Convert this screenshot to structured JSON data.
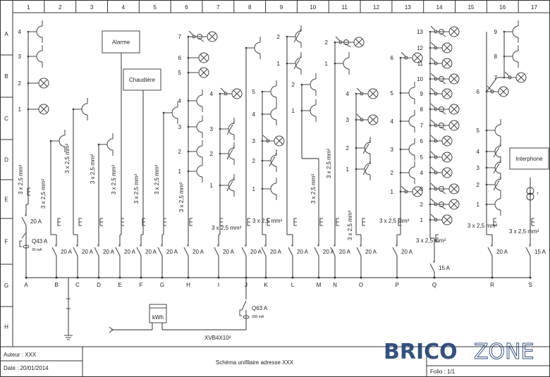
{
  "grid": {
    "columns": [
      "1",
      "2",
      "3",
      "4",
      "5",
      "6",
      "7",
      "8",
      "9",
      "10",
      "11",
      "12",
      "13",
      "14",
      "15",
      "16",
      "17"
    ],
    "rows": [
      "A",
      "B",
      "C",
      "D",
      "E",
      "F",
      "G",
      "H"
    ]
  },
  "boxes": {
    "alarme": "Alarme",
    "chaudiere": "Chaudière",
    "interphone": "Interphone",
    "meter": "kWh"
  },
  "main_feed": {
    "breaker": "Q63 A",
    "sensitivity": "300 mA",
    "cable": "XVB4X10²"
  },
  "circuits": [
    {
      "letter": "A",
      "rating": "20 A",
      "cable": "3 x 2,5 mm²",
      "differential": {
        "label": "Q43 A",
        "sensitivity": "30 mA"
      },
      "items": [
        {
          "n": "4",
          "type": "socket"
        },
        {
          "n": "3",
          "type": "socket"
        },
        {
          "n": "2",
          "type": "lamp"
        },
        {
          "n": "1",
          "type": "lamp"
        }
      ]
    },
    {
      "letter": "B",
      "rating": "20 A",
      "cable": "3 x 2,5 mm²",
      "items": [
        {
          "n": "",
          "type": "socket"
        }
      ]
    },
    {
      "letter": "C",
      "rating": "20 A",
      "cable": "3 x 2,5 mm²",
      "items": [
        {
          "n": "",
          "type": "socket"
        }
      ]
    },
    {
      "letter": "D",
      "rating": "20 A",
      "cable": "3 x 2,5 mm²",
      "items": [
        {
          "n": "",
          "type": "socket"
        }
      ]
    },
    {
      "letter": "E",
      "rating": "20 A",
      "cable": "3 x 2,5 mm²",
      "items": []
    },
    {
      "letter": "F",
      "rating": "20 A",
      "cable": "3 x 2,5 mm²",
      "items": []
    },
    {
      "letter": "G",
      "rating": "20 A",
      "cable": "3 x 2,5 mm²",
      "items": [
        {
          "n": "",
          "type": "socket"
        }
      ]
    },
    {
      "letter": "H",
      "rating": "20 A",
      "cable": "3 x 2,5 mm²",
      "items": [
        {
          "n": "7",
          "type": "double-lamp"
        },
        {
          "n": "6",
          "type": "lamp"
        },
        {
          "n": "5",
          "type": "lamp"
        },
        {
          "n": "4",
          "type": "socket"
        },
        {
          "n": "3",
          "type": "socket"
        },
        {
          "n": "2",
          "type": "socket"
        },
        {
          "n": "1",
          "type": "socket"
        }
      ]
    },
    {
      "letter": "I",
      "rating": "20 A",
      "cable": "3 x 2,5 mm²",
      "items": [
        {
          "n": "4",
          "type": "switch-lamp"
        },
        {
          "n": "3",
          "type": "switch",
          "tag": "2"
        },
        {
          "n": "2",
          "type": "switch",
          "tag": "2"
        },
        {
          "n": "1",
          "type": "switch",
          "tag": "2"
        }
      ]
    },
    {
      "letter": "J",
      "rating": "20 A",
      "cable": "",
      "items": [
        {
          "n": "",
          "type": "socket"
        }
      ]
    },
    {
      "letter": "K",
      "rating": "20 A",
      "cable": "3 x 2,5 mm²",
      "items": [
        {
          "n": "5",
          "type": "socket"
        },
        {
          "n": "4",
          "type": "socket"
        },
        {
          "n": "3",
          "type": "switch-lamp"
        },
        {
          "n": "2",
          "type": "switch",
          "tag": "2"
        },
        {
          "n": "1",
          "type": "socket"
        }
      ]
    },
    {
      "letter": "L",
      "rating": "20 A",
      "cable": "",
      "items": [
        {
          "n": "2",
          "type": "switch",
          "tag": "8"
        },
        {
          "n": "1",
          "type": "switch",
          "tag": "7"
        }
      ]
    },
    {
      "letter": "M",
      "rating": "20 A",
      "cable": "3 x 2,5 mm²",
      "items": [
        {
          "n": "2",
          "type": "socket"
        },
        {
          "n": "1",
          "type": "socket"
        }
      ]
    },
    {
      "letter": "N",
      "rating": "20 A",
      "cable": "3 x 2,5 mm²",
      "items": [
        {
          "n": "2",
          "type": "double-lamp"
        },
        {
          "n": "1",
          "type": "socket"
        }
      ]
    },
    {
      "letter": "O",
      "rating": "20 A",
      "cable": "3 x 2,5 mm²",
      "items": [
        {
          "n": "4",
          "type": "switch-lamp"
        },
        {
          "n": "3",
          "type": "switch-lamp"
        },
        {
          "n": "2",
          "type": "switch",
          "tag": "2"
        },
        {
          "n": "1",
          "type": "switch",
          "tag": "3"
        }
      ]
    },
    {
      "letter": "P",
      "rating": "20 A",
      "cable": "3 x 2,5 mm²",
      "items": [
        {
          "n": "6",
          "type": "switch-lamp"
        },
        {
          "n": "5",
          "type": "socket"
        },
        {
          "n": "4",
          "type": "socket"
        },
        {
          "n": "3",
          "type": "socket"
        },
        {
          "n": "2",
          "type": "socket"
        },
        {
          "n": "1",
          "type": "switch-lamp"
        }
      ]
    },
    {
      "letter": "Q",
      "rating": "15 A",
      "cable": "3 x 2,5 mm²",
      "items": [
        {
          "n": "13",
          "type": "double-lamp"
        },
        {
          "n": "12",
          "type": "switch-lamp"
        },
        {
          "n": "11",
          "type": "switch-lamp"
        },
        {
          "n": "10",
          "type": "double-lamp"
        },
        {
          "n": "9",
          "type": "switch-lamp"
        },
        {
          "n": "8",
          "type": "double-lamp"
        },
        {
          "n": "7",
          "type": "double-lamp"
        },
        {
          "n": "6",
          "type": "switch-lamp"
        },
        {
          "n": "5",
          "type": "switch-lamp"
        },
        {
          "n": "4",
          "type": "switch-lamp"
        },
        {
          "n": "3",
          "type": "double-lamp"
        },
        {
          "n": "2",
          "type": "double-lamp"
        },
        {
          "n": "1",
          "type": "switch-lamp"
        }
      ]
    },
    {
      "letter": "R",
      "rating": "20 A",
      "cable": "3 x 2,5 mm²",
      "items": [
        {
          "n": "9",
          "type": "socket"
        },
        {
          "n": "8",
          "type": "socket"
        },
        {
          "n": "7",
          "type": "switch-lamp"
        },
        {
          "n": "6",
          "type": "switch-lamp"
        },
        {
          "n": "5",
          "type": "socket"
        },
        {
          "n": "4",
          "type": "switch",
          "tag": "2"
        },
        {
          "n": "3",
          "type": "switch",
          "tag": "2"
        },
        {
          "n": "2",
          "type": "switch",
          "tag": "3"
        },
        {
          "n": "1",
          "type": "socket"
        }
      ]
    },
    {
      "letter": "S",
      "rating": "15 A",
      "cable": "3 x 2,5 mm²",
      "items": [
        {
          "n": "",
          "type": "transformer"
        }
      ]
    }
  ],
  "title_block": {
    "author": "Auteur : XXX",
    "date": "Date : 20/01/2014",
    "title": "Schéma unifilaire adresse XXX",
    "folio": "Folio : 1/1"
  },
  "watermark": {
    "brand_1": "BRICO",
    "brand_2": "ZONE",
    "color": "#1f3f73"
  }
}
